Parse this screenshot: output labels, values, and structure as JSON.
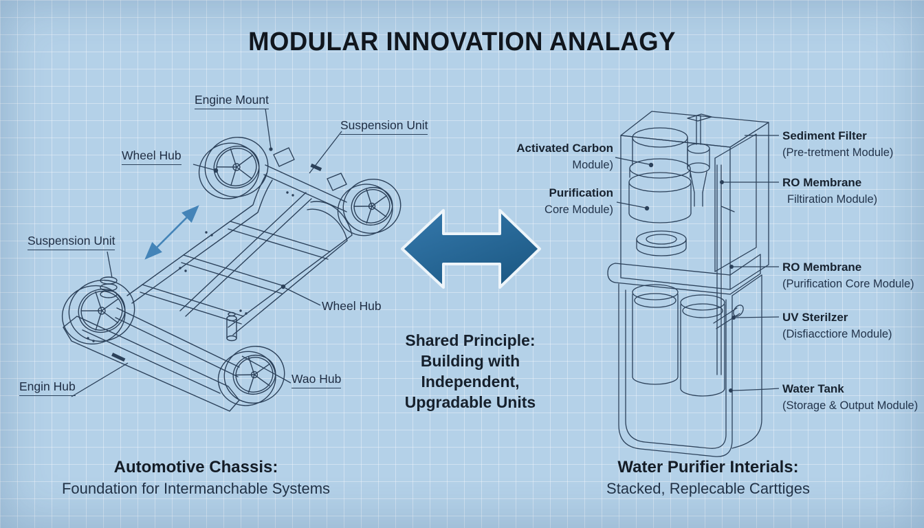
{
  "title": "MODULAR INNOVATION ANALAGY",
  "colors": {
    "background": "#b4d1e8",
    "ink": "#2b4059",
    "label_text": "#1e2c42",
    "big_arrow_gradient_start": "#3579ad",
    "big_arrow_gradient_end": "#1d5a85",
    "big_arrow_outline": "#eef5fa",
    "small_arrow": "#4484b8"
  },
  "center": {
    "principle_lines": [
      "Shared Principle:",
      "Building with",
      "Independent,",
      "Upgradable Units"
    ]
  },
  "chassis": {
    "labels": {
      "engine_mount": "Engine Mount",
      "suspension_unit_top": "Suspension Unit",
      "wheel_hub_top": "Wheel Hub",
      "suspension_unit_left": "Suspension Unit",
      "engin_hub": "Engin Hub",
      "wheel_hub_mid": "Wheel Hub",
      "wao_hub": "Wao Hub"
    },
    "caption": {
      "title": "Automotive Chassis:",
      "subtitle": "Foundation for Intermanchable Systems"
    }
  },
  "purifier": {
    "left_labels": [
      {
        "name": "Activated Carbon",
        "module": "Module)"
      },
      {
        "name": "Purification",
        "module": "Core Module)"
      }
    ],
    "right_labels": [
      {
        "name": "Sediment Filter",
        "module": "(Pre-tretment Module)"
      },
      {
        "name": "RO Membrane",
        "module": "Filtiration Module)"
      },
      {
        "name": "RO Membrane",
        "module": "(Purification Core Module)"
      },
      {
        "name": "UV Sterilzer",
        "module": "(Disfiacctiore Module)"
      },
      {
        "name": "Water Tank",
        "module": "(Storage & Output Module)"
      }
    ],
    "caption": {
      "title": "Water Purifier Interials:",
      "subtitle": "Stacked, Replecable Carttiges"
    }
  }
}
